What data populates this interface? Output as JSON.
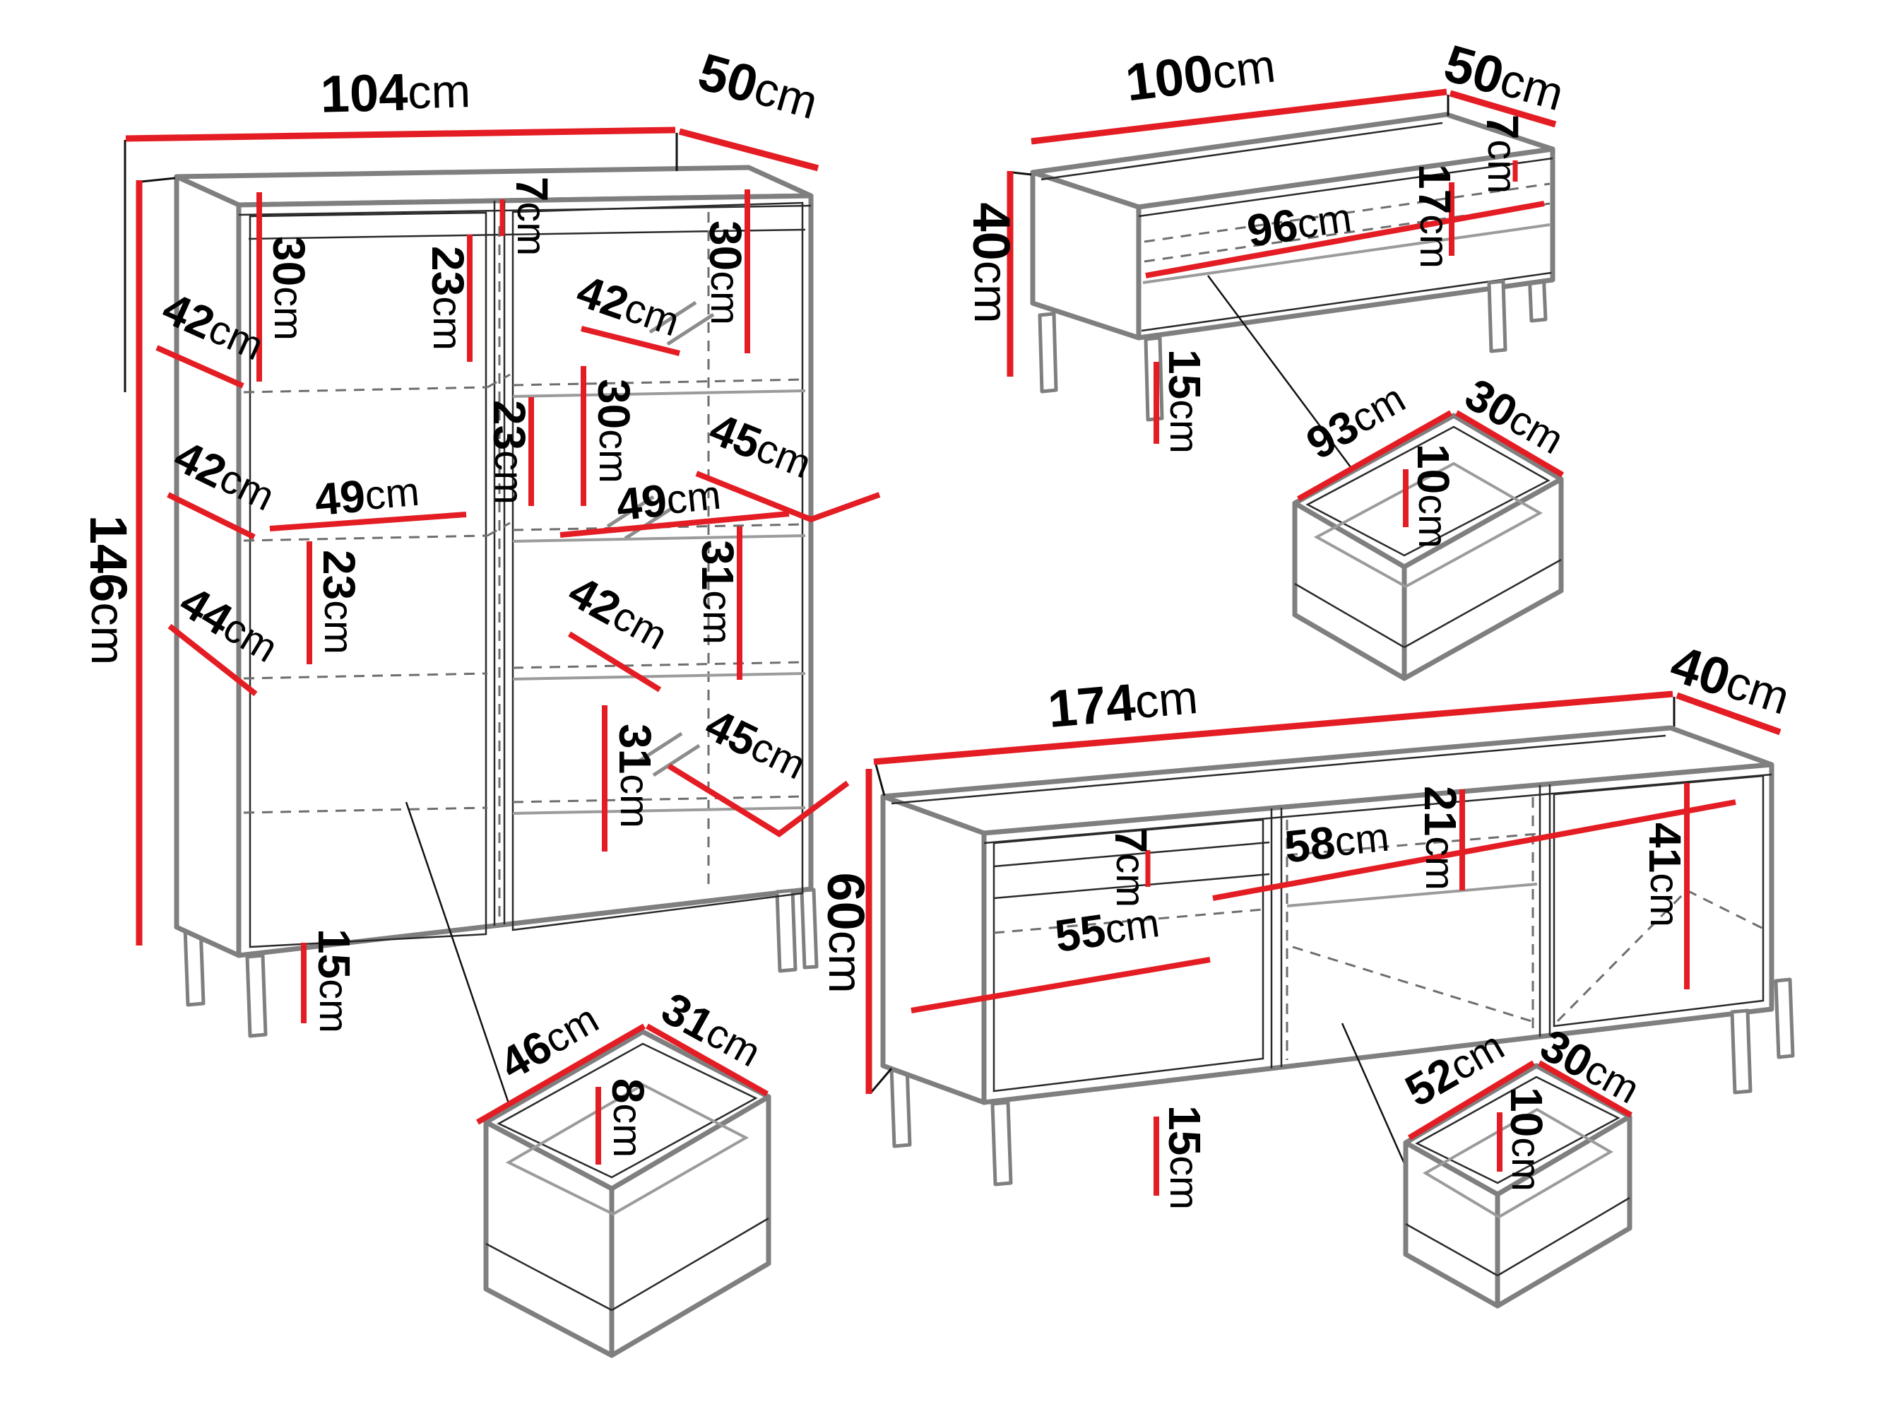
{
  "units": "cm",
  "colors": {
    "dimension_red": "#e31d23",
    "outline_gray": "#7f7f7f",
    "detail_black": "#2a2a2a",
    "background": "#ffffff"
  },
  "cabinet": {
    "width": "104cm",
    "depth": "50cm",
    "height": "146cm",
    "top_gap": "7cm",
    "leg_height": "15cm",
    "left_section_height": "30cm",
    "left_shelf_depth_1": "42cm",
    "left_shelf_depth_2": "42cm",
    "left_shelf_depth_3": "44cm",
    "mid_gap_1": "23cm",
    "mid_gap_2": "23cm",
    "mid_gap_3": "23cm",
    "inner_width_left": "49cm",
    "inner_width_right": "49cm",
    "right_gap_1": "30cm",
    "right_gap_2": "30cm",
    "right_gap_3": "31cm",
    "right_gap_4": "31cm",
    "right_shelf_depth": "42cm",
    "right_lower_shelf_depth": "42cm",
    "right_shelf_width_1": "45cm",
    "right_shelf_width_2": "45cm",
    "drawer": {
      "width": "46cm",
      "depth": "31cm",
      "height": "8cm"
    }
  },
  "coffee_table": {
    "width": "100cm",
    "depth": "50cm",
    "height": "40cm",
    "inner_width": "96cm",
    "inner_height": "17cm",
    "top_panel": "7cm",
    "leg_height": "15cm",
    "drawer": {
      "width": "93cm",
      "depth": "30cm",
      "height": "10cm"
    }
  },
  "tv_stand": {
    "width": "174cm",
    "depth": "40cm",
    "height": "60cm",
    "drawer_front_height": "7cm",
    "mid_inner_width": "58cm",
    "mid_gap": "21cm",
    "door_width": "55cm",
    "inner_height": "41cm",
    "leg_height": "15cm",
    "drawer": {
      "width": "52cm",
      "depth": "30cm",
      "height": "10cm"
    }
  }
}
